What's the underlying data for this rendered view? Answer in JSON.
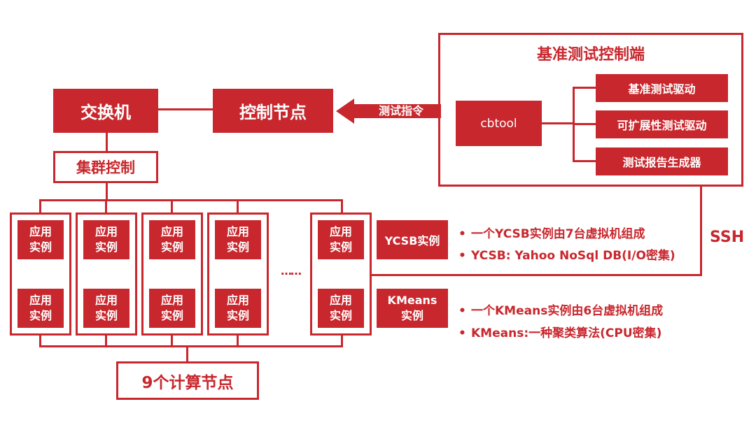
{
  "colors": {
    "accent": "#c8272d",
    "background": "#ffffff",
    "box_text": "#ffffff"
  },
  "nodes": {
    "switch": "交换机",
    "control_node": "控制节点",
    "cluster_control": "集群控制",
    "compute_nodes": "9个计算节点",
    "benchmark_title": "基准测试控制端",
    "cbtool": "cbtool",
    "drivers": [
      "基准测试驱动",
      "可扩展性测试驱动",
      "测试报告生成器"
    ]
  },
  "arrow_label": "测试指令",
  "ssh_label": "SSH",
  "app_instance": {
    "line1": "应用",
    "line2": "实例"
  },
  "ellipsis": "……",
  "ycsb": {
    "tag": "YCSB实例",
    "bullets": [
      "一个YCSB实例由7台虚拟机组成",
      "YCSB: Yahoo NoSql DB(I/O密集)"
    ]
  },
  "kmeans": {
    "tag_line1": "KMeans",
    "tag_line2": "实例",
    "bullets": [
      "一个KMeans实例由6台虚拟机组成",
      "KMeans:一种聚类算法(CPU密集)"
    ]
  },
  "bullet_char": "•"
}
